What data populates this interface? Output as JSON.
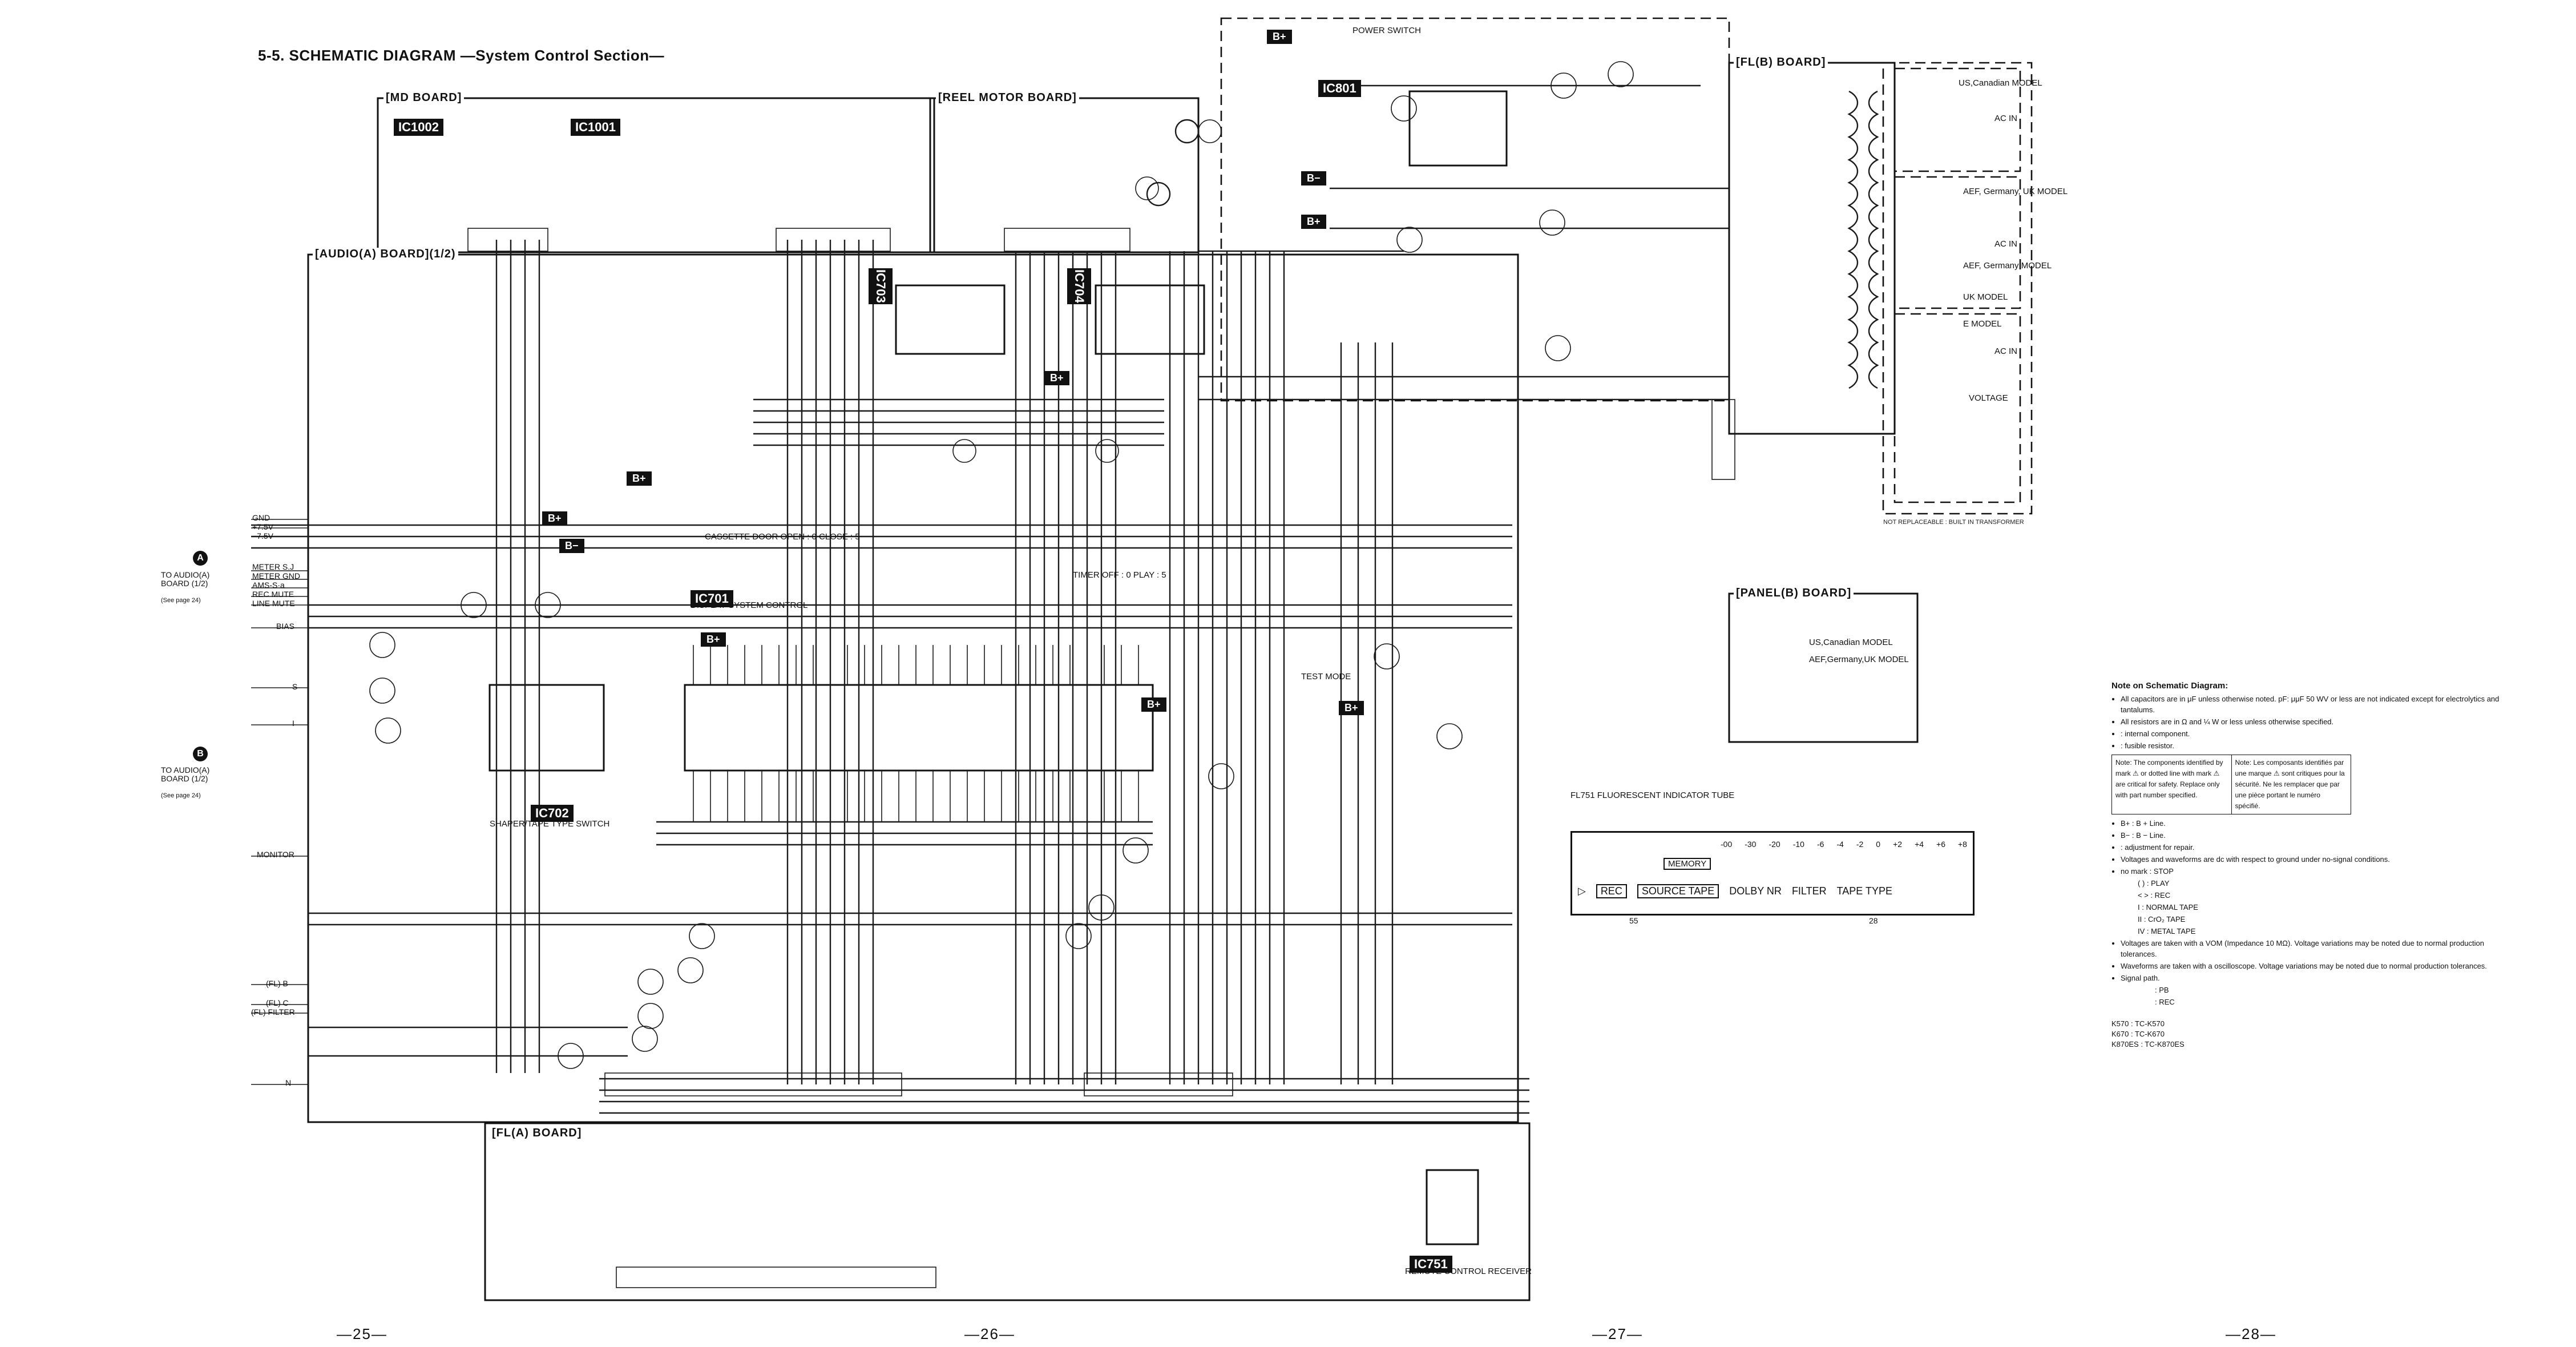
{
  "title": "5-5. SCHEMATIC DIAGRAM —System Control Section—",
  "page_numbers": [
    "—25—",
    "—26—",
    "—27—",
    "—28—"
  ],
  "boards": {
    "md": "[MD BOARD]",
    "reel_motor": "[REEL MOTOR BOARD]",
    "audio_a": "[AUDIO(A) BOARD](1/2)",
    "fl_b": "[FL(B) BOARD]",
    "panel_b": "[PANEL(B) BOARD]",
    "fl_a": "[FL(A) BOARD]"
  },
  "ics": {
    "ic1002": "IC1002",
    "ic1001": "IC1001",
    "ic801": "IC801",
    "ic703": "IC703",
    "ic704": "IC704",
    "ic701": "IC701",
    "ic702": "IC702",
    "ic751": "IC751"
  },
  "ic_captions": {
    "ic701": "DISPLAY SYSTEM CONTROL",
    "ic702": "SHAPER/TAPE TYPE SWITCH",
    "ic751": "REMOTE CONTROL RECEIVER"
  },
  "bplus_label": "B+",
  "bminus_label": "B−",
  "connectors": {
    "a_label": "A",
    "b_label": "B",
    "a_text": "TO AUDIO(A) BOARD (1/2)",
    "a_ref": "(See page 24)",
    "b_text": "TO AUDIO(A) BOARD (1/2)",
    "b_ref": "(See page 24)"
  },
  "left_signals": [
    "GND",
    "+7.5V",
    "−7.5V",
    "METER S.J",
    "METER GND",
    "AMS-S·a",
    "REC MUTE",
    "LINE MUTE",
    "BIAS",
    "S",
    "I",
    "MONITOR",
    "(FL) B",
    "(FL) C",
    "(FL) FILTER",
    "N"
  ],
  "misc_labels": {
    "cassette_open": "CASSETTE DOOR OPEN : 0 CLOSE : 5",
    "timer": "TIMER OFF : 0 PLAY : 5",
    "test_mode": "TEST MODE",
    "power_switch": "POWER SWITCH",
    "not_replaceable": "NOT REPLACEABLE : BUILT IN TRANSFORMER",
    "us_canadian": "US,Canadian MODEL",
    "aef_germany_uk": "AEF, Germany, UK MODEL",
    "aef_germany": "AEF, Germany MODEL",
    "uk_model": "UK MODEL",
    "e_model": "E MODEL",
    "ac_in": "AC IN",
    "voltage": "VOLTAGE",
    "panel_us_canadian": "US,Canadian MODEL",
    "panel_aef": "AEF,Germany,UK MODEL",
    "fl_tube": "FL751 FLUORESCENT INDICATOR TUBE"
  },
  "fl_display": {
    "rec": "REC",
    "source_tape": "SOURCE TAPE",
    "dolby": "DOLBY NR",
    "filter": "FILTER",
    "tape_type": "TAPE TYPE",
    "memory": "MEMORY",
    "scale": [
      "-00",
      "-30",
      "-20",
      "-10",
      "-6",
      "-4",
      "-2",
      "0",
      "+2",
      "+4",
      "+6",
      "+8"
    ],
    "bottom_numbers": [
      "55",
      "28"
    ]
  },
  "notes": {
    "heading": "Note on Schematic Diagram:",
    "items": [
      "All capacitors are in μF unless otherwise noted. pF: μμF 50 WV or less are not indicated except for electrolytics and tantalums.",
      "All resistors are in Ω and ¼ W or less unless otherwise specified.",
      ": internal component.",
      ": fusible resistor."
    ],
    "table_en": "Note: The components identified by mark ⚠ or dotted line with mark ⚠ are critical for safety. Replace only with part number specified.",
    "table_fr": "Note: Les composants identifiés par une marque ⚠ sont critiques pour la sécurité. Ne les remplacer que par une pièce portant le numéro spécifié.",
    "items2": [
      "B+ : B + Line.",
      "B− : B − Line.",
      ": adjustment for repair.",
      "Voltages and waveforms are dc with respect to ground under no-signal conditions.",
      "no mark : STOP",
      "( ) : PLAY",
      "< > : REC",
      "I : NORMAL TAPE",
      "II : CrO₂ TAPE",
      "IV : METAL TAPE",
      "Voltages are taken with a VOM (Impedance 10 MΩ). Voltage variations may be noted due to normal production tolerances.",
      "Waveforms are taken with a oscilloscope. Voltage variations may be noted due to normal production tolerances.",
      "Signal path.",
      ": PB",
      ": REC"
    ],
    "models": [
      "K570 : TC-K570",
      "K670 : TC-K670",
      "K870ES : TC-K870ES"
    ]
  }
}
